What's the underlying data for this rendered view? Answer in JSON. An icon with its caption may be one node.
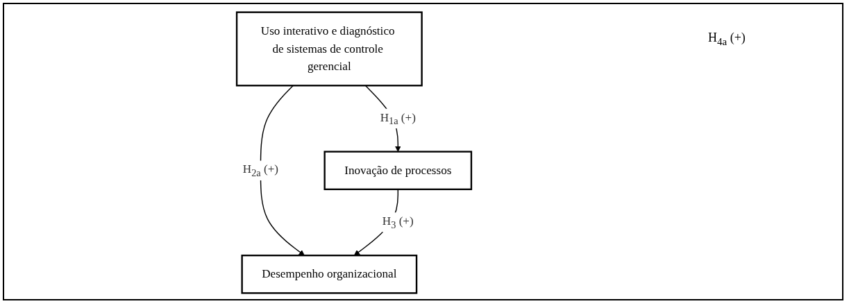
{
  "diagram": {
    "nodes": [
      {
        "text": [
          "Uso interativo e diagnóstico de sistemas de controle gerencial"
        ]
      },
      {
        "text": [
          "Inovação de processos"
        ]
      },
      {
        "text": [
          "Desempenho organizacional"
        ]
      }
    ],
    "edges": [
      {
        "from": 0,
        "to": 1,
        "arrow": "to",
        "label": "H$_{1a}$ (+)"
      },
      {
        "from": 0,
        "to": 2,
        "arrow": "to",
        "label": "H$_{2a}$ (+)"
      },
      {
        "from": 1,
        "to": 2,
        "arrow": "to",
        "label": "H$_{3}$ (+)"
      }
    ],
    "labels": [
      "H$_{4a}$ (+)"
    ]
  }
}
